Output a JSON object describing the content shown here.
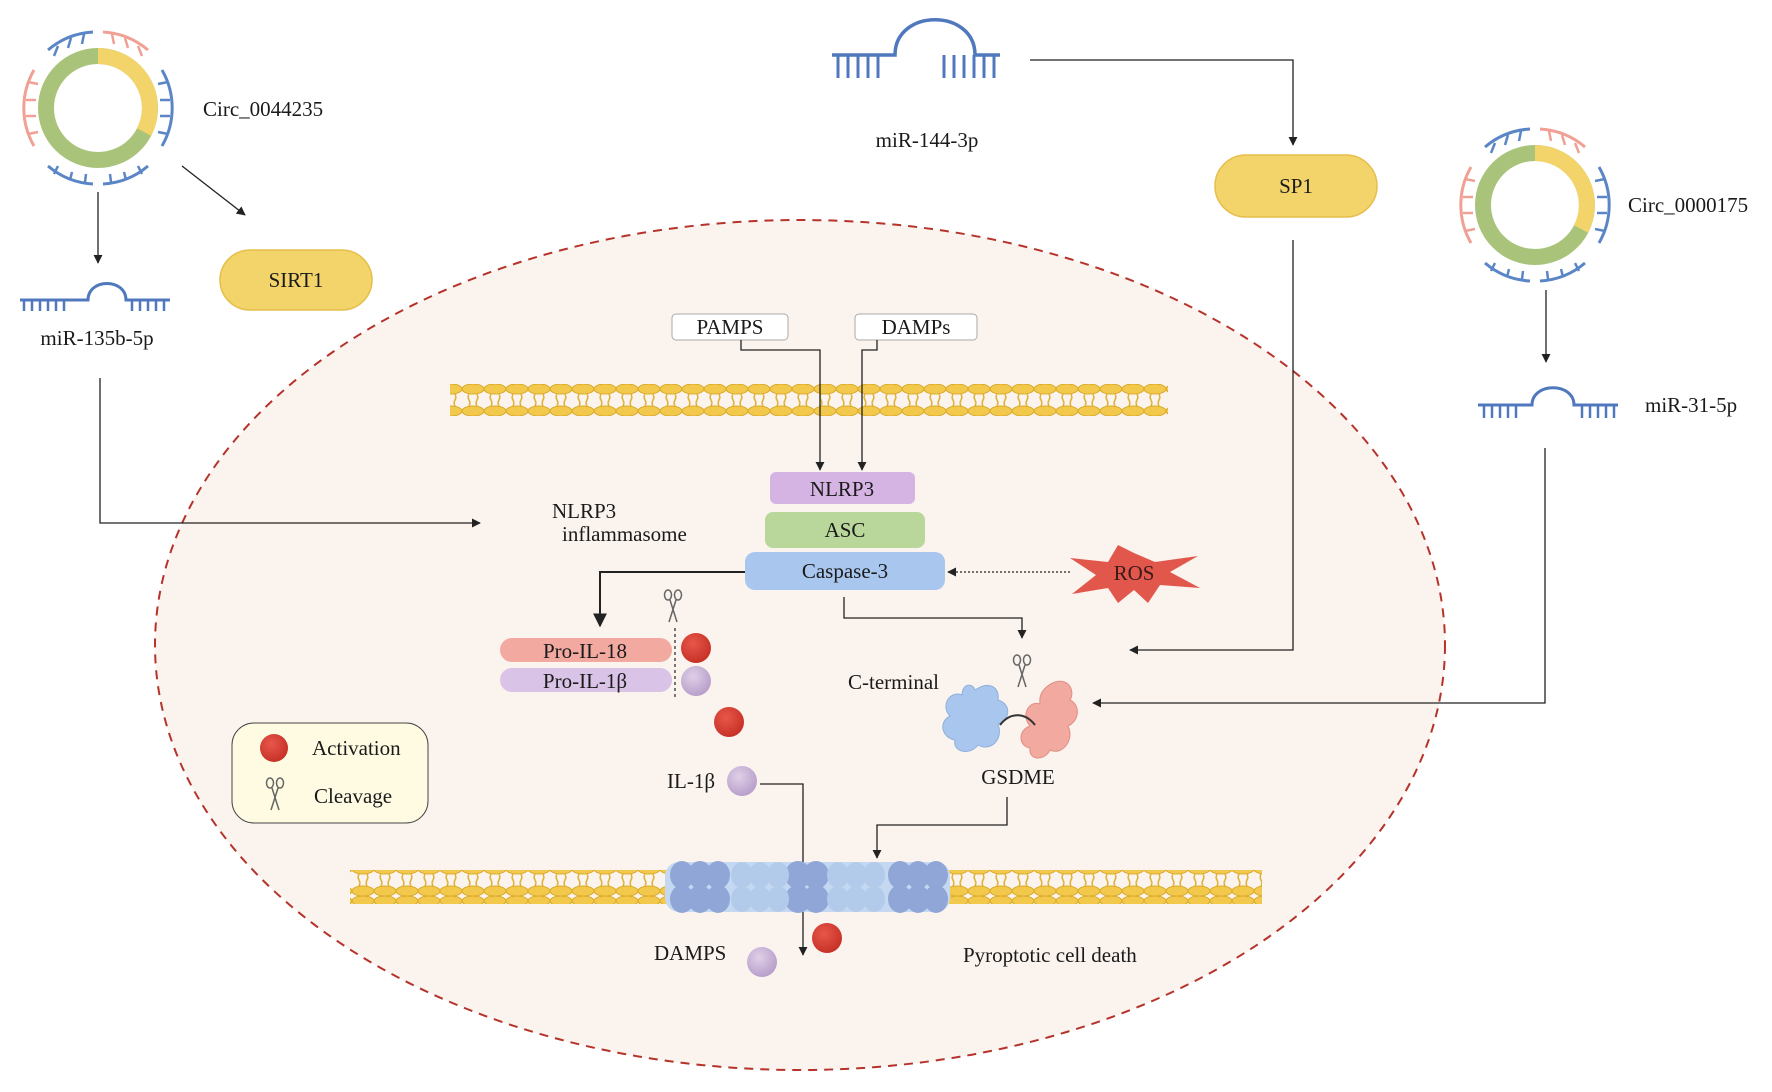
{
  "labels": {
    "circ_left": "Circ_0044235",
    "circ_right": "Circ_0000175",
    "mir_135b": "miR-135b-5p",
    "mir_144": "miR-144-3p",
    "mir_31": "miR-31-5p",
    "sirt1": "SIRT1",
    "sp1": "SP1",
    "pamps_top": "PAMPS",
    "damps_top": "DAMPs",
    "nlrp3_box": "NLRP3",
    "asc_box": "ASC",
    "caspase_box": "Caspase-3",
    "ros": "ROS",
    "inflammasome_line1": "NLRP3",
    "inflammasome_line2": "inflammasome",
    "pro_il18": "Pro-IL-18",
    "pro_il1b": "Pro-IL-1β",
    "c_terminal": "C-terminal",
    "gsdme": "GSDME",
    "il1b": "IL-1β",
    "damps_bottom": "DAMPS",
    "pyroptotic": "Pyroptotic cell death"
  },
  "legend": {
    "activation": "Activation",
    "cleavage": "Cleavage"
  },
  "colors": {
    "activation_dot": "#d63b2f",
    "il1b_dot": "#c9b1d8",
    "sirt1_fill": "#f3d46b",
    "nlrp3_fill": "#d5b3e3",
    "asc_fill": "#b9d79a",
    "caspase_fill": "#a9c7ee",
    "ros_fill": "#e2574c",
    "pro_il18_fill": "#f1a9a0",
    "pro_il1b_fill": "#d9c3e6",
    "cell_fill": "#fbf3ee",
    "cell_border": "#b5332b",
    "membrane": "#f2c94c",
    "pore": "#8fa6d6"
  }
}
